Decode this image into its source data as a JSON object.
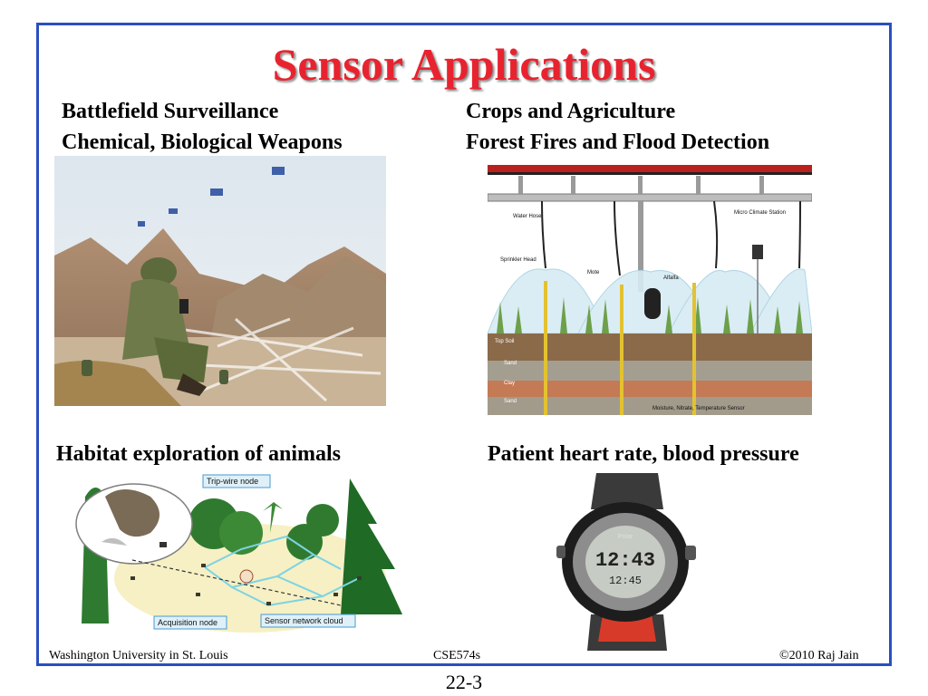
{
  "slide": {
    "title": "Sensor Applications",
    "captions": {
      "top_left_1": "Battlefield Surveillance",
      "top_left_2": "Chemical, Biological Weapons",
      "top_right_1": "Crops and Agriculture",
      "top_right_2": "Forest Fires and Flood Detection",
      "bottom_left": "Habitat exploration of animals",
      "bottom_right": "Patient heart rate, blood pressure"
    },
    "agri_labels": {
      "water_hose": "Water Hose",
      "sprinkler_head": "Sprinkler Head",
      "mote": "Mote",
      "alfalfa": "Alfalfa",
      "micro_climate": "Micro Climate Station",
      "top_soil": "Top Soil",
      "sand1": "Sand",
      "clay": "Clay",
      "sand2": "Sand",
      "sensor": "Moisture, Nitrate, Temperature Sensor"
    },
    "habitat_labels": {
      "trip_wire": "Trip-wire node",
      "acquisition": "Acquisition node",
      "cloud": "Sensor network cloud"
    },
    "watch": {
      "brand": "Polar",
      "time": "12:43",
      "sub": "12:45"
    },
    "footer": {
      "left": "Washington University in St. Louis",
      "center": "CSE574s",
      "right": "©2010 Raj Jain"
    },
    "page_number": "22-3"
  }
}
